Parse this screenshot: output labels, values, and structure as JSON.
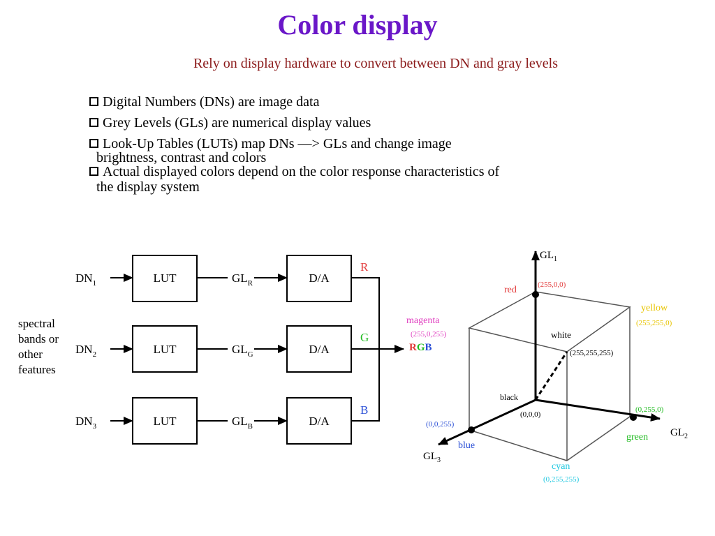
{
  "slide": {
    "title": "Color display",
    "subtitle": "Rely on display hardware to convert between DN and gray levels",
    "bullets": [
      {
        "line1": "Digital Numbers (DNs) are image data"
      },
      {
        "line1": "Grey Levels (GLs) are numerical display values"
      },
      {
        "line1": "Look-Up Tables (LUTs) map DNs —> GLs and change image",
        "line2": "brightness, contrast and colors"
      },
      {
        "line1": "Actual displayed colors depend on the color response characteristics of",
        "line2": "the display system"
      }
    ]
  },
  "flow": {
    "input_label": [
      "spectral",
      "bands or",
      "other",
      "features"
    ],
    "rows": [
      {
        "dn": "DN",
        "dn_sub": "1",
        "lut": "LUT",
        "gl": "GL",
        "gl_sub": "R",
        "da": "D/A",
        "channel": "R",
        "channel_color": "#e23a3a"
      },
      {
        "dn": "DN",
        "dn_sub": "2",
        "lut": "LUT",
        "gl": "GL",
        "gl_sub": "G",
        "da": "D/A",
        "channel": "G",
        "channel_color": "#22bb22"
      },
      {
        "dn": "DN",
        "dn_sub": "3",
        "lut": "LUT",
        "gl": "GL",
        "gl_sub": "B",
        "da": "D/A",
        "channel": "B",
        "channel_color": "#2a4fd6"
      }
    ],
    "output": {
      "r": "R",
      "g": "G",
      "b": "B"
    }
  },
  "cube": {
    "axes": {
      "gl1": {
        "base": "GL",
        "sub": "1"
      },
      "gl2": {
        "base": "GL",
        "sub": "2"
      },
      "gl3": {
        "base": "GL",
        "sub": "3"
      }
    },
    "corners": {
      "red": {
        "name": "red",
        "value": "(255,0,0)",
        "color": "#e23a3a"
      },
      "yellow": {
        "name": "yellow",
        "value": "(255,255,0)",
        "color": "#e8c400"
      },
      "magenta": {
        "name": "magenta",
        "value": "(255,0,255)",
        "color": "#e040c0"
      },
      "white": {
        "name": "white",
        "value": "(255,255,255)",
        "color": "#000000"
      },
      "black": {
        "name": "black",
        "value": "(0,0,0)",
        "color": "#000000"
      },
      "green": {
        "name": "green",
        "value": "(0,255,0)",
        "color": "#22bb22"
      },
      "blue": {
        "name": "blue",
        "value": "(0,0,255)",
        "color": "#2a4fd6"
      },
      "cyan": {
        "name": "cyan",
        "value": "(0,255,255)",
        "color": "#20c8e0"
      }
    }
  }
}
